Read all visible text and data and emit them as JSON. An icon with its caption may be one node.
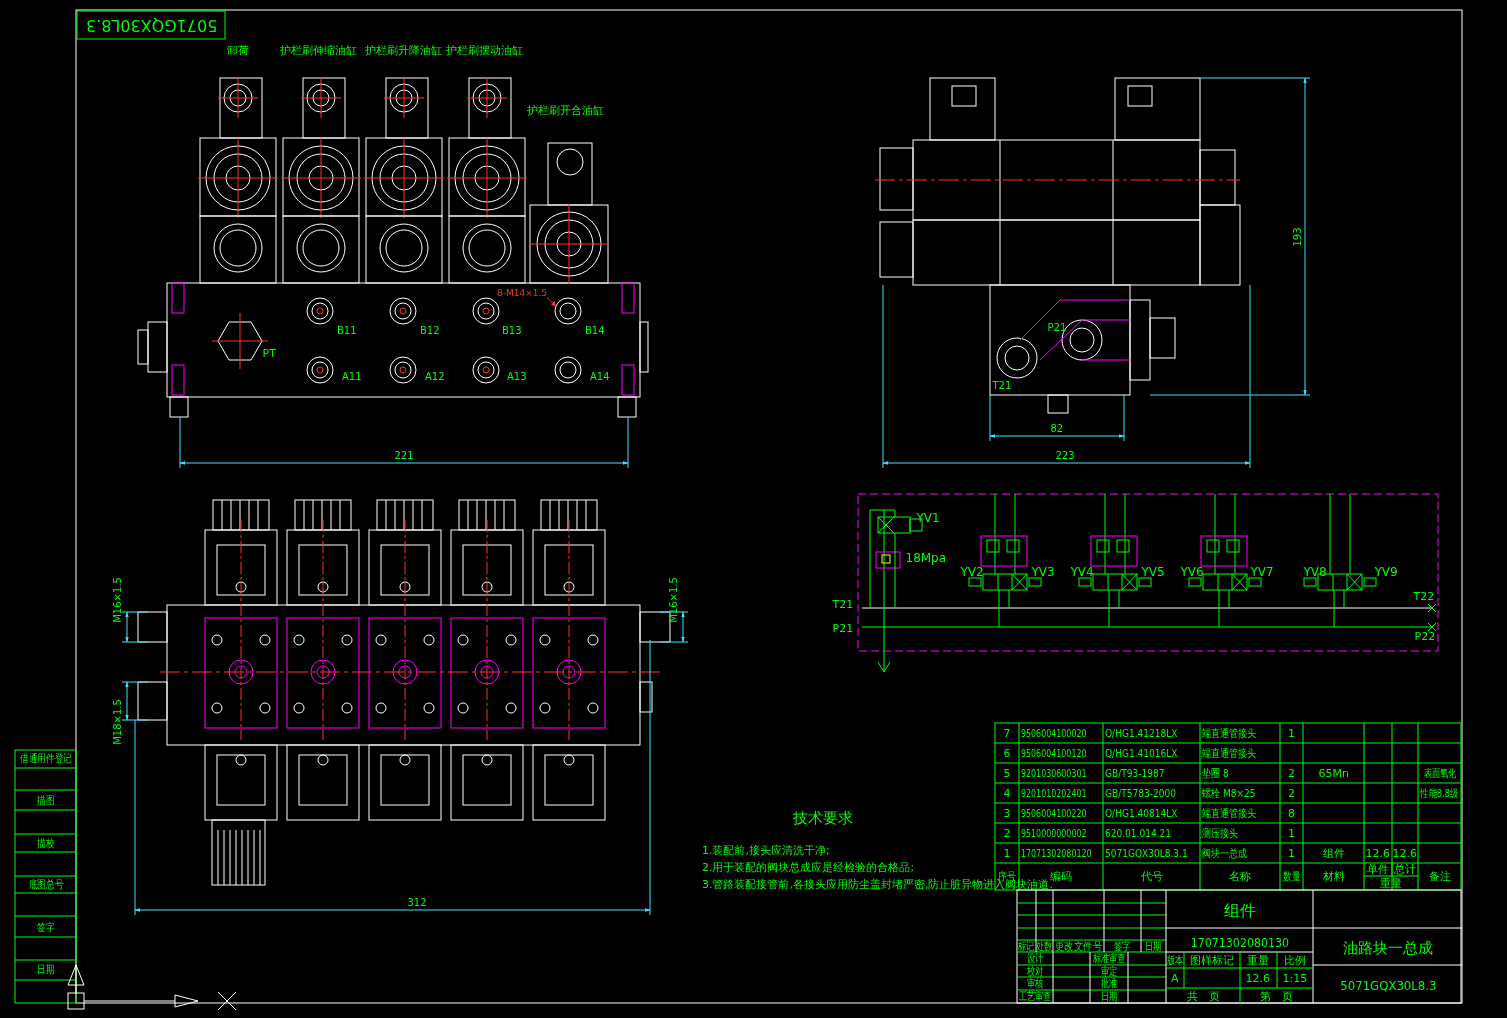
{
  "diagram": {
    "nodes": [
      {
        "text": [
          "8-M14×1.5"
        ]
      },
      {
        "text": [],
        "shape": "circle"
      }
    ],
    "edges": [
      {
        "from": 0,
        "to": 1,
        "arrow": "to"
      }
    ],
    "labels": [
      "5071GQX30L8.3",
      "卸荷",
      "护栏刷伸缩油缸",
      "护栏刷升降油缸",
      "护栏刷摆动油缸",
      "护栏刷开合油缸",
      "PT",
      "B11",
      "B12",
      "B13",
      "B14",
      "A11",
      "A12",
      "A13",
      "A14",
      "221",
      "193",
      "P21",
      "T21",
      "82",
      "223",
      "M16×1.5",
      "M16×1.5",
      "M18×1.5",
      "312",
      "YV1",
      "18Mpa",
      "YV2",
      "YV3",
      "YV4",
      "YV5",
      "YV6",
      "YV7",
      "YV8",
      "YV9",
      "T21",
      "P21",
      "T22",
      "P22",
      "技术要求",
      "1.装配前,接头应清洗干净;",
      "2.用于装配的阀块总成应是经检验的合格品;",
      "3.管路装配接管前,各接头应用防尘盖封堵严密,防止脏异物进入阀块油道.",
      "借通用件登记",
      "描图",
      "描校",
      "底图总号",
      "签字",
      "日期",
      "7",
      "9506004100020",
      "Q/HG1.41218LX",
      "端直通管接头",
      "1",
      "6",
      "9506004100120",
      "Q/HG1.41016LX",
      "端直通管接头",
      "5",
      "9201030600301",
      "GB/T93-1987",
      "垫圈 8",
      "2",
      "65Mn",
      "表面氧化",
      "4",
      "9201010202401",
      "GB/T5783-2000",
      "螺栓 M8×25",
      "2",
      "性能8.8级",
      "3",
      "9506004100220",
      "Q/HG1.40814LX",
      "端直通管接头",
      "8",
      "2",
      "9510000000002",
      "620.01.014.21",
      "测压接头",
      "1",
      "1",
      "17071302080120",
      "5071GQX30L8.3.1",
      "阀块一总成",
      "1",
      "组件",
      "12.6",
      "12.6",
      "序号",
      "编码",
      "代号",
      "名称",
      "数量",
      "材料",
      "单件",
      "总计",
      "重量",
      "备注",
      "组件",
      "17071302080130",
      "油路块一总成",
      "5071GQX30L8.3",
      "标记",
      "处数",
      "更改文件号",
      "签字",
      "日期",
      "设计",
      "校对",
      "审核",
      "工艺审查",
      "标准审查",
      "审定",
      "批准",
      "日期",
      "版本",
      "图样标记",
      "重量",
      "比例",
      "A",
      "12.6",
      "1:15",
      "共　页",
      "第　页"
    ]
  }
}
